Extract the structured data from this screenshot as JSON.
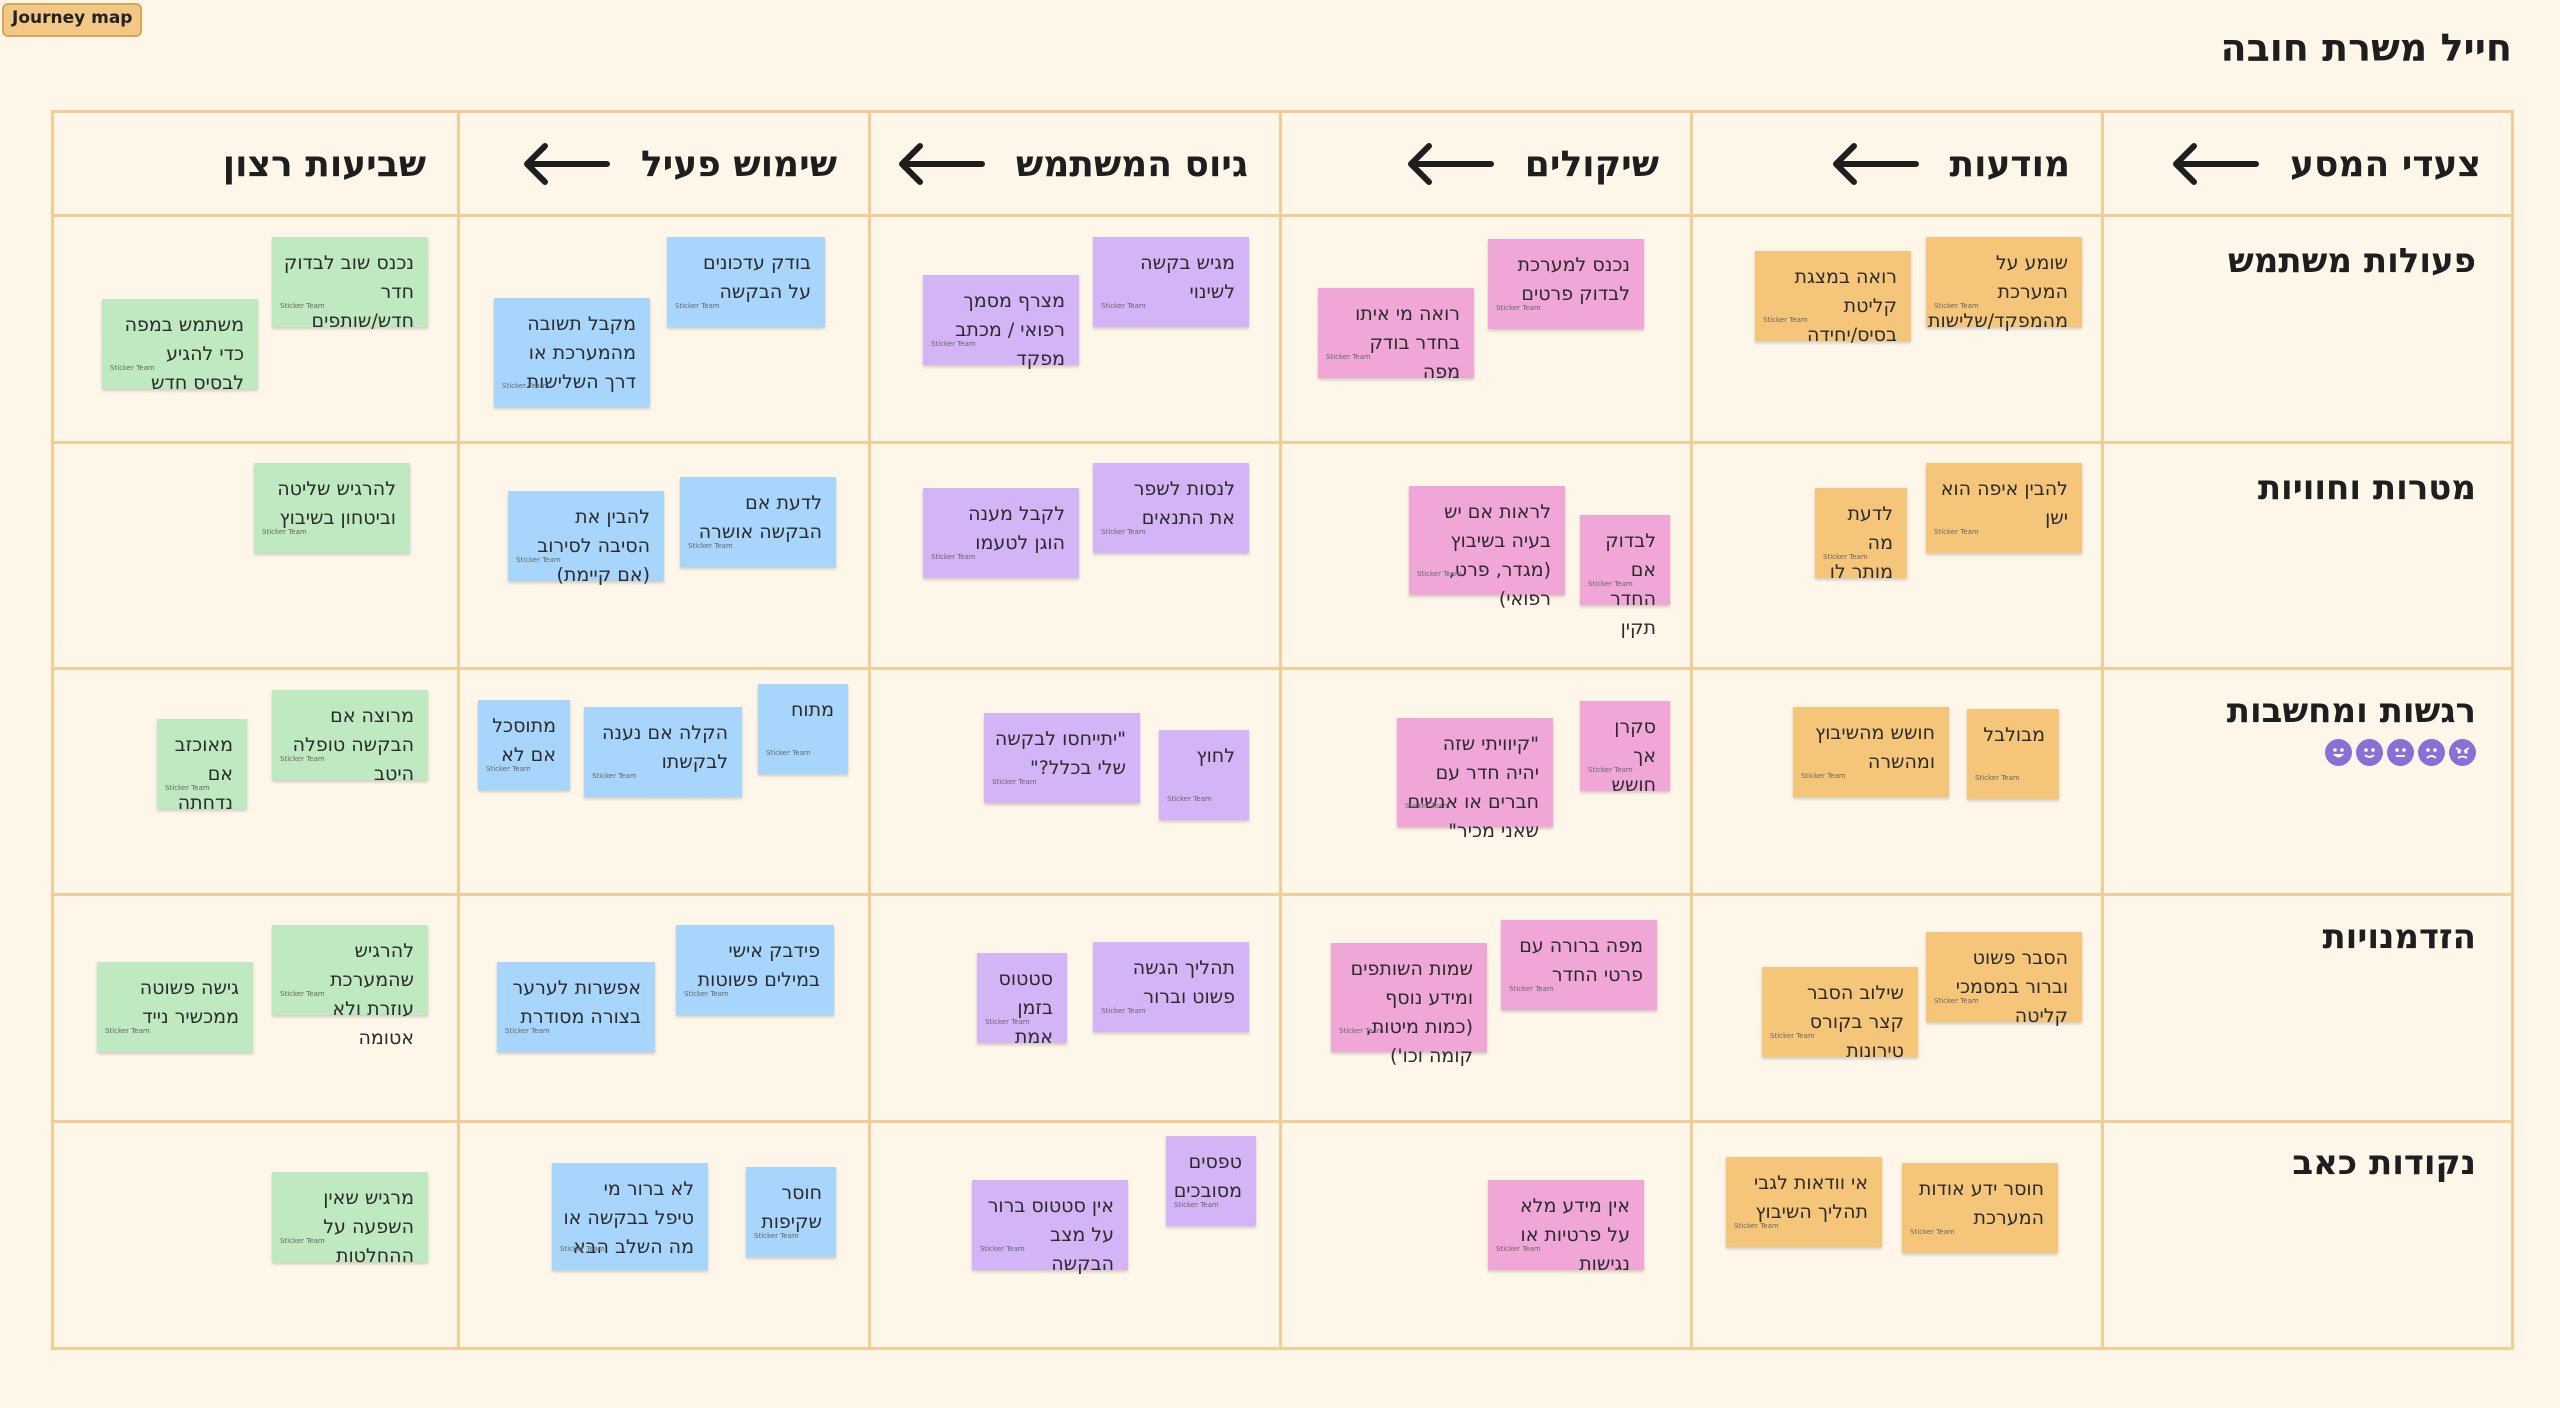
{
  "badge": "Journey map",
  "title": "חייל משרת חובה",
  "columns": [
    "צעדי המסע",
    "מודעות",
    "שיקולים",
    "גיוס המשתמש",
    "שימוש פעיל",
    "שביעות רצון"
  ],
  "rows": [
    "פעולות משתמש",
    "מטרות וחוויות",
    "רגשות ומחשבות",
    "הזדמנויות",
    "נקודות כאב"
  ],
  "emotion_scale": [
    "very-happy-face-icon",
    "happy-face-icon",
    "neutral-face-icon",
    "sad-face-icon",
    "angry-face-icon"
  ],
  "author": "Sticker Team",
  "colors": {
    "awareness": "#f5c679",
    "consideration": "#f0a7d8",
    "recruitment": "#d3b4f6",
    "active_use": "#a8d5fb",
    "satisfaction": "#bfe9c0",
    "grid_border": "#f3cd96",
    "background": "#fdf6e9"
  },
  "notes": {
    "awareness": [
      "שומע על המערכת מהמפקד/שלישות",
      "רואה במצגת קליטת בסיס/יחידה",
      "להבין איפה הוא ישן",
      "לדעת מה מותר לו",
      "מבולבל",
      "חושש מהשיבוץ ומהשרה",
      "הסבר פשוט וברור במסמכי קליטה",
      "שילוב הסבר קצר בקורס טירונות",
      "חוסר ידע אודות המערכת",
      "אי וודאות לגבי תהליך השיבוץ"
    ],
    "consideration": [
      "נכנס למערכת לבדוק פרטים",
      "רואה מי איתו בחדר בודק מפה",
      "לבדוק אם החדר תקין",
      "לראות אם יש בעיה בשיבוץ (מגדר, פרט, רפואי)",
      "סקרן אך חושש",
      "\"קיוויתי שזה יהיה חדר עם חברים או אנשים שאני מכיר\"",
      "מפה ברורה עם פרטי החדר",
      "שמות השותפים ומידע נוסף (כמות מיטות, קומה וכו')",
      "אין מידע מלא על פרטיות או נגישות"
    ],
    "recruitment": [
      "מגיש בקשה לשינוי",
      "מצרף מסמך רפואי / מכתב מפקד",
      "לנסות לשפר את התנאים",
      "לקבל מענה הוגן לטעמו",
      "\"יתייחסו לבקשה שלי בכלל?\"",
      "לחוץ",
      "תהליך הגשה פשוט וברור",
      "סטטוס בזמן אמת",
      "טפסים מסובכים",
      "אין סטטוס ברור על מצב הבקשה"
    ],
    "active_use": [
      "בודק עדכונים על הבקשה",
      "מקבל תשובה מהמערכת או דרך השלישות",
      "לדעת אם הבקשה אושרה",
      "להבין את הסיבה לסירוב (אם קיימת)",
      "מתוח",
      "הקלה אם נענה לבקשתו",
      "מתוסכל אם לא",
      "פידבק אישי במילים פשוטות",
      "אפשרות לערער בצורה מסודרת",
      "חוסר שקיפות",
      "לא ברור מי טיפל בבקשה או מה השלב הבא"
    ],
    "satisfaction": [
      "נכנס שוב לבדוק חדר חדש/שותפים",
      "משתמש במפה כדי להגיע לבסיס חדש",
      "להרגיש שליטה וביטחון בשיבוץ",
      "מרוצה אם הבקשה טופלה היטב",
      "מאוכזב אם נדחתה",
      "להרגיש שהמערכת עוזרת ולא אטומה",
      "גישה פשוטה ממכשיר נייד",
      "מרגיש שאין השפעה על ההחלטות"
    ]
  }
}
